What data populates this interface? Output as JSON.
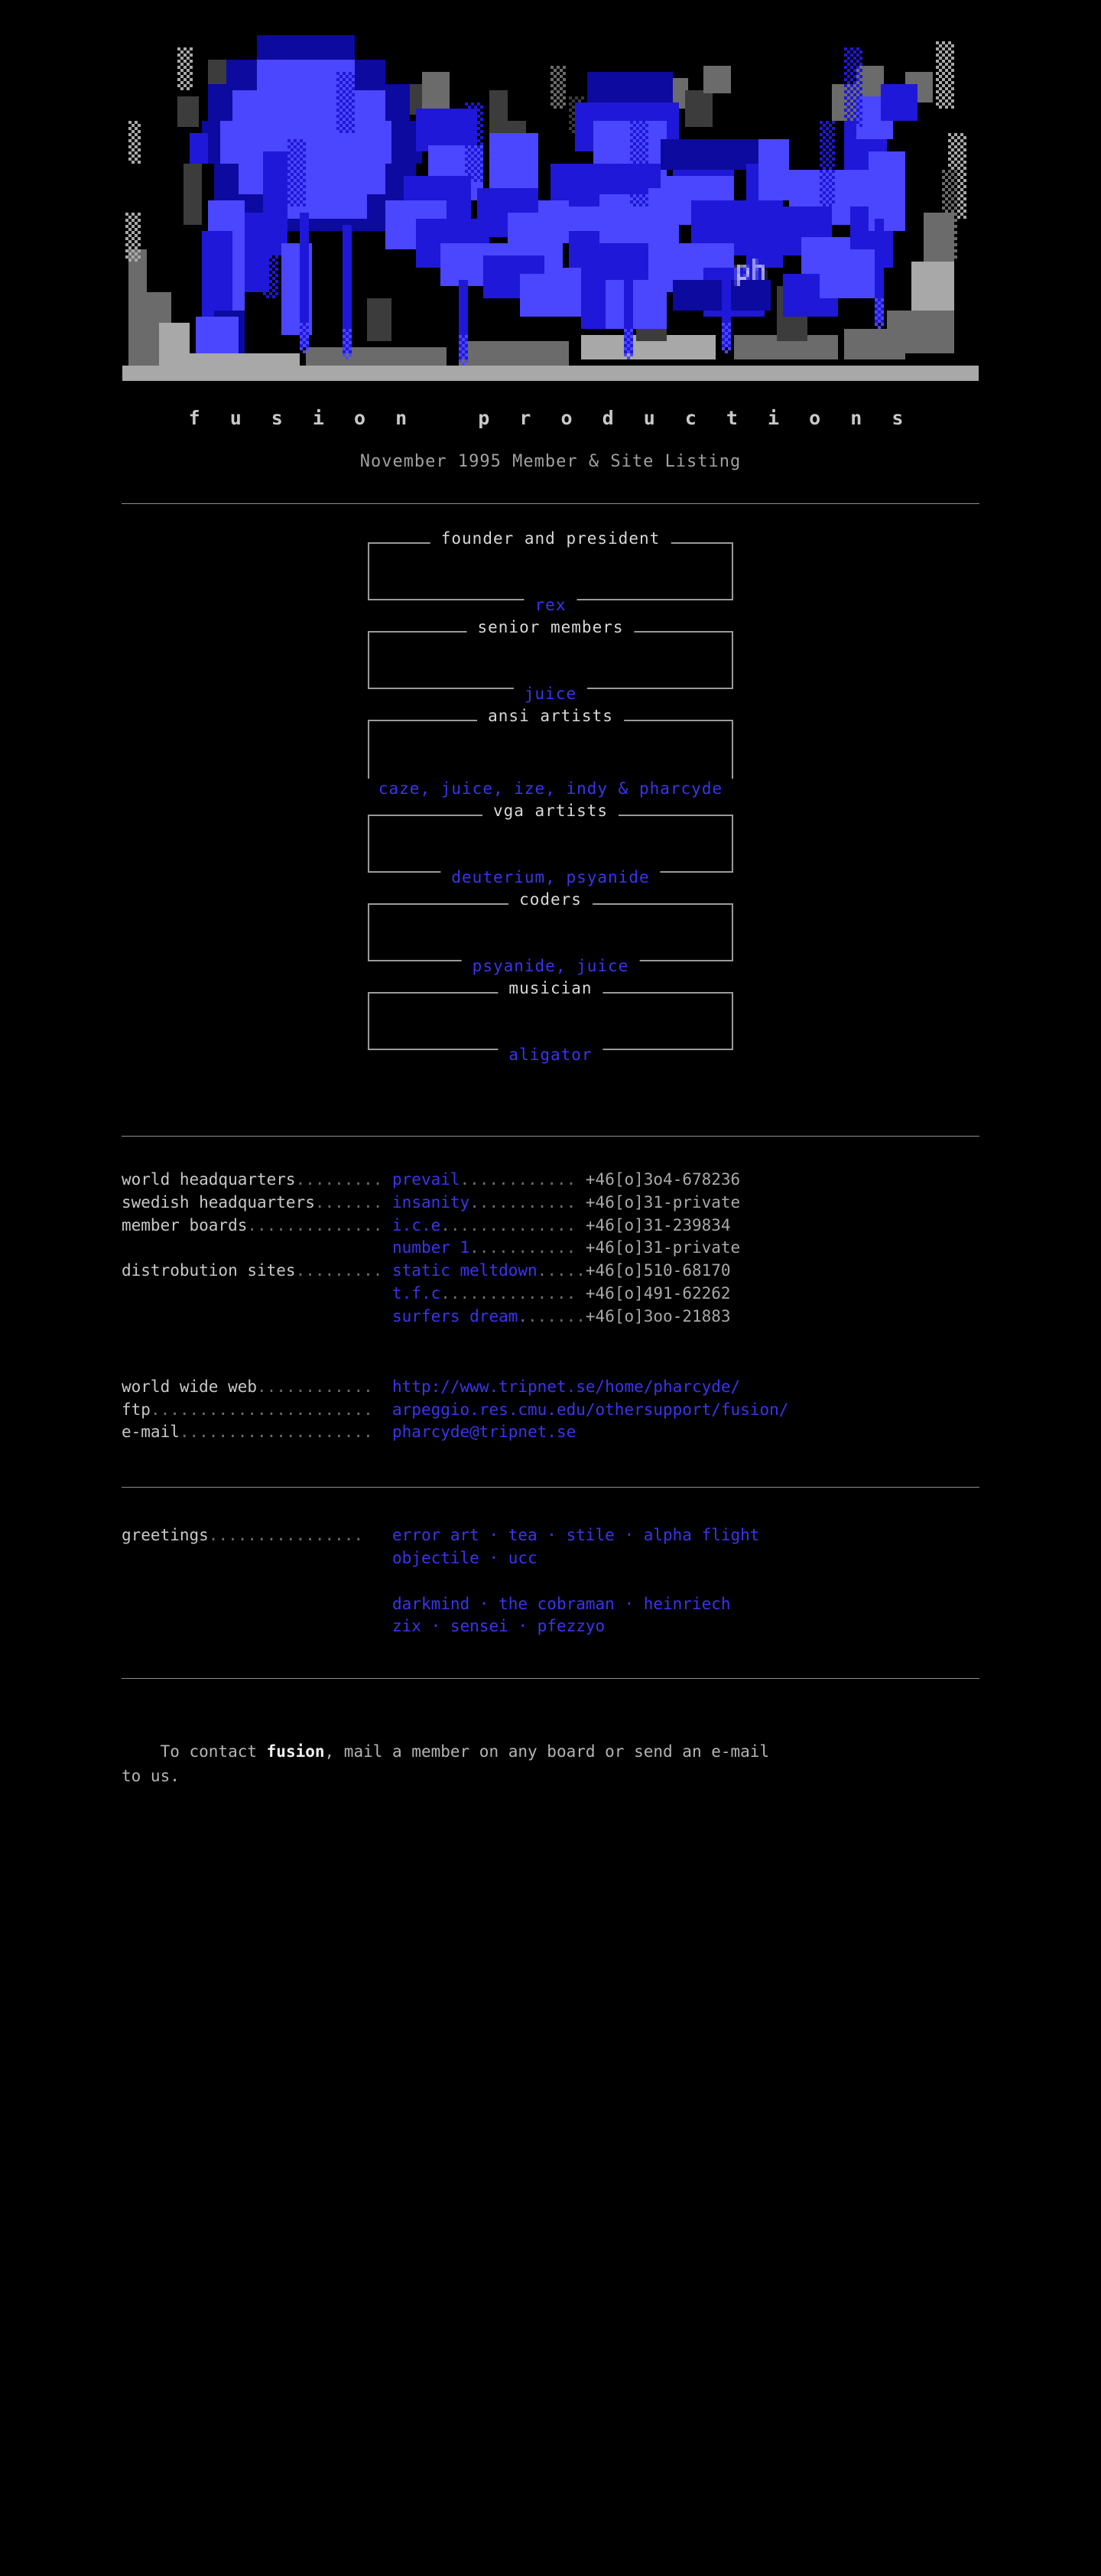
{
  "logo": {
    "alt_text": "fusion ansi graffiti logo",
    "signature": "ph",
    "colors": {
      "bright_blue": "#4b46ff",
      "blue": "#1f18d8",
      "dark_blue": "#0d0aa0",
      "light_gray": "#a8a8a8",
      "mid_gray": "#6b6b6b",
      "dark_gray": "#3c3c3c",
      "background": "#000000"
    }
  },
  "header": {
    "group_name": "f u s i o n   p r o d u c t i o n s",
    "subtitle": "November 1995 Member & Site Listing"
  },
  "roles": [
    {
      "title": "founder and president",
      "members": "rex"
    },
    {
      "title": "senior members",
      "members": "juice"
    },
    {
      "title": "ansi artists",
      "members": "caze, juice, ize,\nindy & pharcyde"
    },
    {
      "title": "vga artists",
      "members": "deuterium, psyanide"
    },
    {
      "title": "coders",
      "members": "psyanide, juice"
    },
    {
      "title": "musician",
      "members": "aligator"
    }
  ],
  "boards": {
    "rows": [
      {
        "label": "world headquarters",
        "dots1": ".........",
        "name": "prevail",
        "dots2": "............",
        "number": "+46[o]3o4-678236"
      },
      {
        "label": "swedish headquarters",
        "dots1": ".......",
        "name": "insanity",
        "dots2": "...........",
        "number": "+46[o]31-private"
      },
      {
        "label": "member boards",
        "dots1": "..............",
        "name": "i.c.e",
        "dots2": "..............",
        "number": "+46[o]31-239834"
      },
      {
        "label": "",
        "dots1": "",
        "name": "number 1",
        "dots2": "...........",
        "number": "+46[o]31-private"
      },
      {
        "label": "distrobution sites",
        "dots1": ".........",
        "name": "static meltdown",
        "dots2": ".....",
        "number": "+46[o]510-68170"
      },
      {
        "label": "",
        "dots1": "",
        "name": "t.f.c",
        "dots2": "..............",
        "number": "+46[o]491-62262"
      },
      {
        "label": "",
        "dots1": "",
        "name": "surfers dream",
        "dots2": ".......",
        "number": "+46[o]3oo-21883"
      }
    ]
  },
  "net": {
    "rows": [
      {
        "label": "world wide web",
        "dots": "............",
        "value": "http://www.tripnet.se/home/pharcyde/"
      },
      {
        "label": "ftp",
        "dots": ".......................",
        "value": "arpeggio.res.cmu.edu/othersupport/fusion/"
      },
      {
        "label": "e-mail",
        "dots": "....................",
        "value": "pharcyde@tripnet.se"
      }
    ]
  },
  "greetings": {
    "label": "greetings",
    "dots": "................",
    "lines": [
      "error art · tea · stile · alpha flight",
      "objectile · ucc",
      "",
      "darkmind · the cobraman · heinriech",
      "zix · sensei · pfezzyo"
    ]
  },
  "footer": {
    "prefix": "To contact ",
    "strong": "fusion",
    "suffix": ", mail a member on any board or send an e-mail\nto us."
  }
}
